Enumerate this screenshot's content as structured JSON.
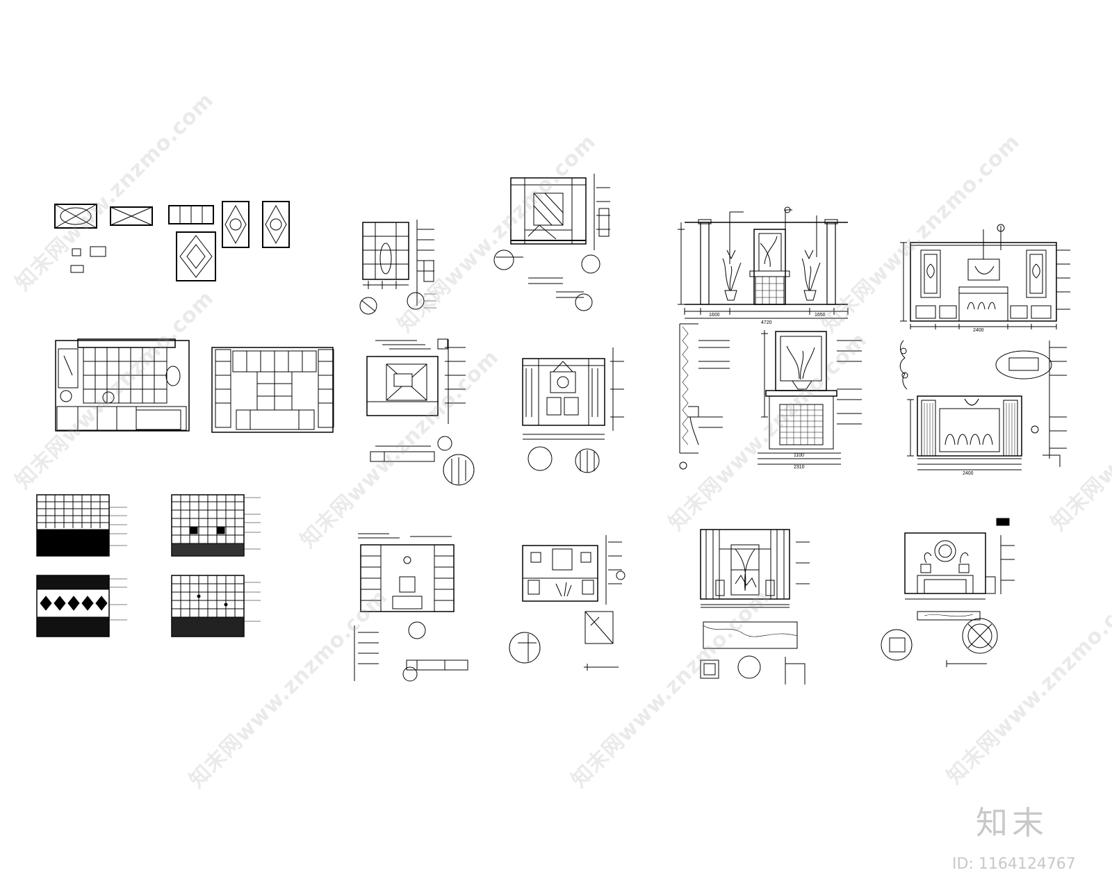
{
  "brand": {
    "logo_text": "知末",
    "id_text": "ID: 1164124767"
  },
  "watermark": {
    "text": "知末网www.znzmo.com",
    "color": "#a0a0a0"
  },
  "drawing": {
    "line_color": "#000000",
    "background": "#ffffff"
  },
  "annotations": {
    "dim_2310": "2310",
    "dim_4720": "4720",
    "dim_2400_a": "2400",
    "dim_2400_b": "2400",
    "dim_1600": "1600",
    "dim_1100": "1100",
    "dim_1650": "1650"
  }
}
